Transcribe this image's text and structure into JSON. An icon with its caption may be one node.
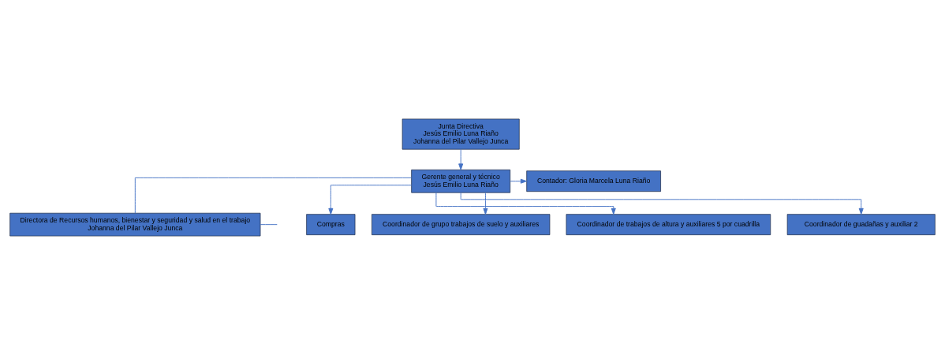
{
  "diagram": {
    "nodes": [
      {
        "text": [
          "Junta Directiva",
          "Jesús Emilio Luna Riaño",
          "Johanna del Pilar Vallejo Junca"
        ]
      },
      {
        "text": [
          "Gerente general y técnico",
          "Jesús Emilio Luna Riaño"
        ]
      },
      {
        "text": [
          "Contador: Gloria Marcela Luna Riaño"
        ]
      },
      {
        "text": [
          "Directora de Recursos humanos, bienestar y seguridad y salud en el trabajo",
          "Johanna del Pilar Vallejo Junca"
        ]
      },
      {
        "text": [
          "Compras"
        ]
      },
      {
        "text": [
          "Coordinador de grupo trabajos de suelo y auxiliares"
        ]
      },
      {
        "text": [
          "Coordinador de trabajos de altura y auxiliares 5 por cuadrilla"
        ]
      },
      {
        "text": [
          "Coordinador de guadañas y auxiliar 2"
        ]
      }
    ],
    "edges": [
      {
        "from": 0,
        "to": 1,
        "arrow": "to"
      },
      {
        "from": 1,
        "to": 2,
        "arrow": "to"
      },
      {
        "from": 1,
        "to": 3,
        "arrow": "none"
      },
      {
        "from": 3,
        "to": null,
        "arrow": "none"
      },
      {
        "from": 1,
        "to": 4,
        "arrow": "to"
      },
      {
        "from": 1,
        "to": 5,
        "arrow": "to"
      },
      {
        "from": 1,
        "to": 6,
        "arrow": "to"
      },
      {
        "from": 1,
        "to": 7,
        "arrow": "to"
      }
    ]
  }
}
